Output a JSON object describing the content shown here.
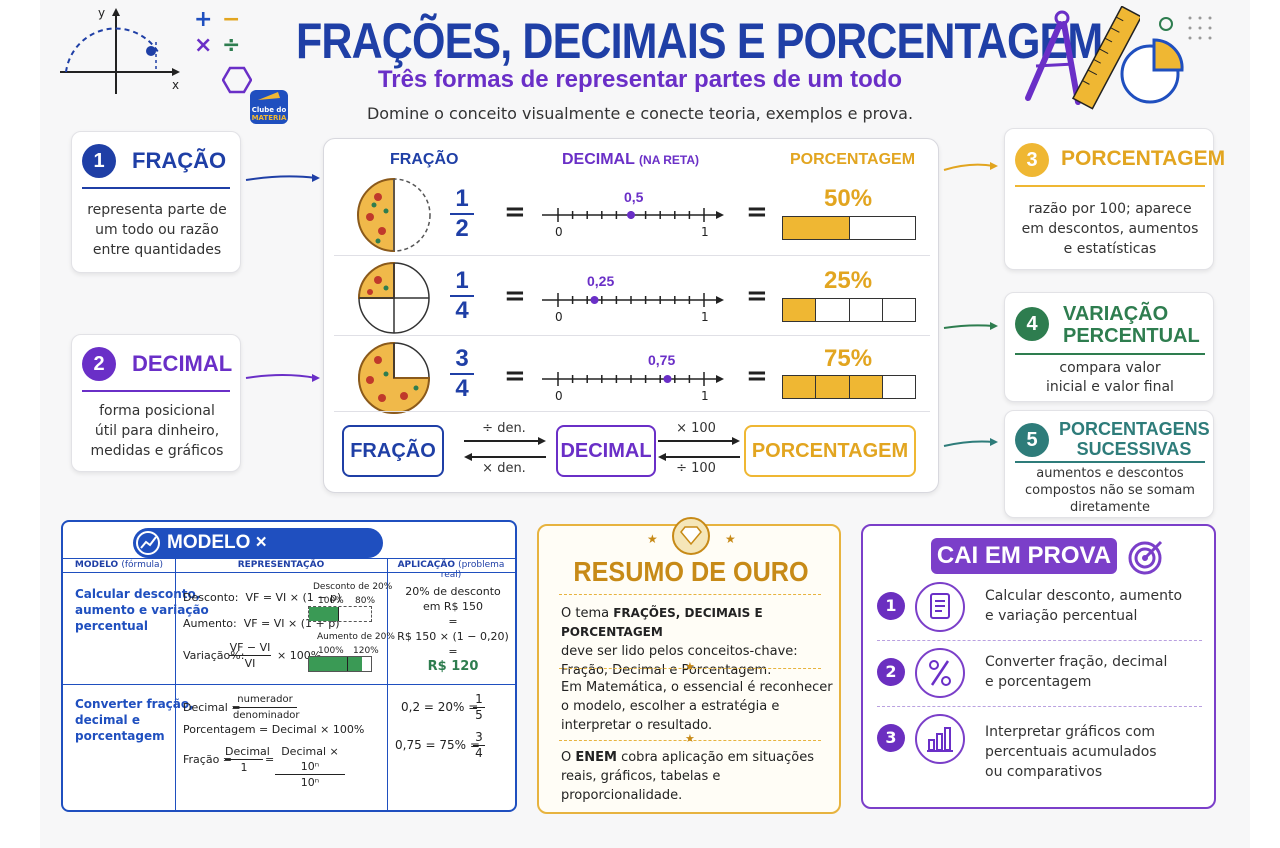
{
  "header": {
    "title": "FRAÇÕES, DECIMAIS E PORCENTAGEM",
    "subtitle": "Três formas de representar partes de um todo",
    "tagline": "Domine o conceito visualmente e conecte teoria, exemplos e prova.",
    "logo_text_1": "Clube do",
    "logo_text_2": "MATERIA",
    "axis_x": "x",
    "axis_y": "y"
  },
  "colors": {
    "blue": "#1f3fa6",
    "purple": "#6a2fc7",
    "gold": "#e2a520",
    "green": "#2e7d4f",
    "teal": "#2e7c7a"
  },
  "left_cards": [
    {
      "num": "1",
      "title": "FRAÇÃO",
      "text": [
        "representa parte de",
        "um todo ou razão",
        "entre quantidades"
      ]
    },
    {
      "num": "2",
      "title": "DECIMAL",
      "text": [
        "forma posicional",
        "útil para dinheiro,",
        "medidas e gráficos"
      ]
    }
  ],
  "right_cards": [
    {
      "num": "3",
      "title": "PORCENTAGEM",
      "text": [
        "razão por 100; aparece",
        "em descontos, aumentos",
        "e estatísticas"
      ]
    },
    {
      "num": "4",
      "title_1": "VARIAÇÃO",
      "title_2": "PERCENTUAL",
      "text": [
        "compara valor",
        "inicial e valor final"
      ]
    },
    {
      "num": "5",
      "title_1": "PORCENTAGENS",
      "title_2": "SUCESSIVAS",
      "text": [
        "aumentos e descontos",
        "compostos não se somam",
        "diretamente"
      ]
    }
  ],
  "center": {
    "head_fracao": "FRAÇÃO",
    "head_decimal": "DECIMAL",
    "head_decimal_sub": "(NA RETA)",
    "head_pct": "PORCENTAGEM",
    "eq": "=",
    "zero": "0",
    "one": "1",
    "rows": [
      {
        "num": "1",
        "den": "2",
        "decimal": "0,5",
        "value": 0.5,
        "pct": "50%"
      },
      {
        "num": "1",
        "den": "4",
        "decimal": "0,25",
        "value": 0.25,
        "pct": "25%"
      },
      {
        "num": "3",
        "den": "4",
        "decimal": "0,75",
        "value": 0.75,
        "pct": "75%"
      }
    ],
    "conv": {
      "fracao": "FRAÇÃO",
      "decimal": "DECIMAL",
      "pct": "PORCENTAGEM",
      "div_den": "÷ den.",
      "mul_den": "× den.",
      "mul_100": "× 100",
      "div_100": "÷ 100"
    }
  },
  "model": {
    "title": "MODELO × APLICAÇÃO",
    "col1": "MODELO",
    "col1_sub": "(fórmula)",
    "col2": "REPRESENTAÇÃO",
    "col3": "APLICAÇÃO",
    "col3_sub": "(problema real)",
    "row1_label": [
      "Calcular desconto,",
      "aumento e variação",
      "percentual"
    ],
    "desconto": "Desconto:",
    "desconto_f": "VF = VI × (1 − p)",
    "aumento": "Aumento:",
    "aumento_f": "VF = VI × (1 + p)",
    "variacao": "Variação%:",
    "var_num": "VF − VI",
    "var_den": "VI",
    "var_mul": "× 100%",
    "desc20": "Desconto de 20%",
    "aum20": "Aumento de 20%",
    "p100": "100%",
    "p80": "80%",
    "p100b": "100%",
    "p120": "120%",
    "desc_fill": 0.8,
    "aum_fill": 1.2,
    "app1": [
      "20% de desconto",
      "em R$ 150"
    ],
    "app_eq": "=",
    "app_calc": "R$ 150 × (1 − 0,20)",
    "app_res": "R$ 120",
    "row2_label": [
      "Converter fração,",
      "decimal e",
      "porcentagem"
    ],
    "decimal_lbl": "Decimal =",
    "numerador": "numerador",
    "denominador": "denominador",
    "pct_formula": "Porcentagem = Decimal × 100%",
    "fracao_lbl": "Fração =",
    "dec_word": "Decimal",
    "one": "1",
    "dec_pow": "Decimal × 10ⁿ",
    "ten_pow": "10ⁿ",
    "ex1_left": "0,2  =  20%  =",
    "ex1_num": "1",
    "ex1_den": "5",
    "ex2_left": "0,75 = 75% =",
    "ex2_num": "3",
    "ex2_den": "4"
  },
  "resumo": {
    "title": "RESUMO DE OURO",
    "p1_a": "O tema ",
    "p1_b": "FRAÇÕES, DECIMAIS E PORCENTAGEM",
    "p1_c": "deve ser lido pelos conceitos-chave:",
    "p1_d": "Fração, Decimal e Porcentagem.",
    "p2": [
      "Em Matemática, o essencial é reconhecer",
      "o modelo, escolher a estratégia e",
      "interpretar o resultado."
    ],
    "p3_a": "O ",
    "p3_b": "ENEM",
    "p3_c": " cobra aplicação em situações",
    "p3_d": "reais, gráficos, tabelas e",
    "p3_e": "proporcionalidade."
  },
  "prova": {
    "title": "CAI EM PROVA",
    "items": [
      {
        "num": "1",
        "icon": "document-icon",
        "text": [
          "Calcular desconto, aumento",
          "e variação percentual"
        ]
      },
      {
        "num": "2",
        "icon": "percent-icon",
        "text": [
          "Converter fração, decimal",
          "e porcentagem"
        ]
      },
      {
        "num": "3",
        "icon": "bar-chart-icon",
        "text": [
          "Interpretar gráficos com",
          "percentuais acumulados",
          "ou comparativos"
        ]
      }
    ]
  }
}
